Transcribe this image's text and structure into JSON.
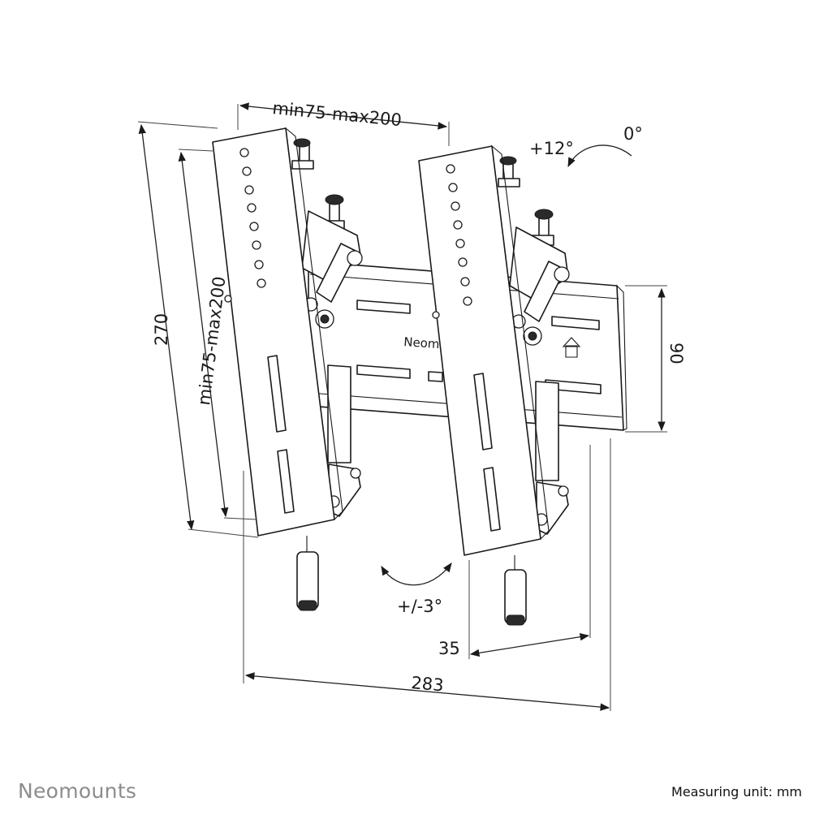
{
  "dimensions": {
    "top_width": "min75-max200",
    "left_height": "min75-max200",
    "total_height": "270",
    "rail_height": "90",
    "total_width": "283",
    "depth": "35"
  },
  "angles": {
    "tilt_up": "+12°",
    "tilt_zero": "0°",
    "level_adjust": "+/-3°"
  },
  "rail_brand_text": "Neom",
  "footer": {
    "brand": "Neomounts",
    "unit_label": "Measuring unit: mm"
  },
  "colors": {
    "line": "#1a1a1a",
    "brand_gray": "#8c8c8c",
    "background": "#ffffff"
  }
}
